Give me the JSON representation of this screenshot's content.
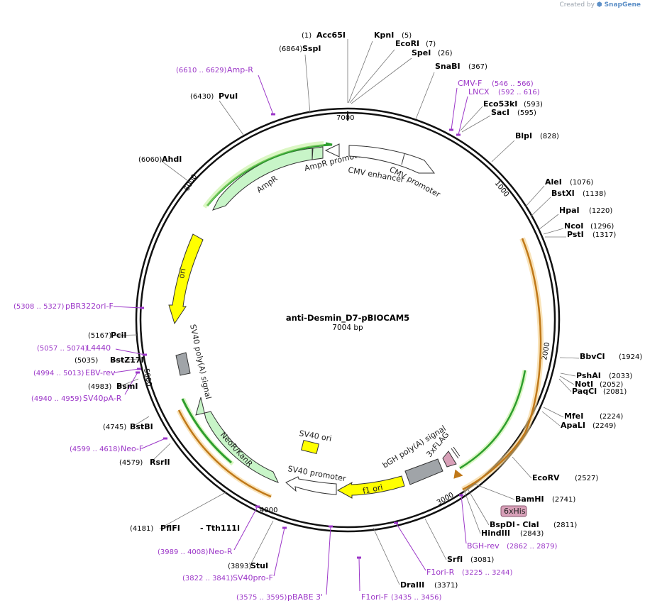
{
  "watermark": {
    "prefix": "Created by",
    "brand": "SnapGene"
  },
  "plasmid": {
    "name": "anti-Desmin_D7-pBIOCAM5",
    "length_label": "7004 bp",
    "length": 7004
  },
  "ticks": [
    "1000",
    "2000",
    "3000",
    "4000",
    "5000",
    "6000",
    "7000"
  ],
  "colors": {
    "primer": "#9c37c8",
    "ori": "#ffff00",
    "green_feature": "#c8f5c8",
    "grey_feature": "#a0a4a8",
    "orf_orange": "#f0a030",
    "orf_green": "#2e9e2e",
    "tag_pink": "#d8a0b8"
  },
  "enzymes": [
    {
      "name": "Acc65I",
      "pos": "(1)"
    },
    {
      "name": "KpnI",
      "pos": "(5)"
    },
    {
      "name": "EcoRI",
      "pos": "(7)"
    },
    {
      "name": "SpeI",
      "pos": "(26)"
    },
    {
      "name": "SnaBI",
      "pos": "(367)"
    },
    {
      "name": "Eco53kI",
      "pos": "(593)"
    },
    {
      "name": "SacI",
      "pos": "(595)"
    },
    {
      "name": "BlpI",
      "pos": "(828)"
    },
    {
      "name": "AleI",
      "pos": "(1076)"
    },
    {
      "name": "BstXI",
      "pos": "(1138)"
    },
    {
      "name": "HpaI",
      "pos": "(1220)"
    },
    {
      "name": "NcoI",
      "pos": "(1296)"
    },
    {
      "name": "PstI",
      "pos": "(1317)"
    },
    {
      "name": "BbvCI",
      "pos": "(1924)"
    },
    {
      "name": "PshAI",
      "pos": "(2033)"
    },
    {
      "name": "NotI",
      "pos": "(2052)"
    },
    {
      "name": "PaqCI",
      "pos": "(2081)"
    },
    {
      "name": "MfeI",
      "pos": "(2224)"
    },
    {
      "name": "ApaLI",
      "pos": "(2249)"
    },
    {
      "name": "EcoRV",
      "pos": "(2527)"
    },
    {
      "name": "BamHI",
      "pos": "(2741)"
    },
    {
      "name": "BspDI",
      "pos": ""
    },
    {
      "name": "- ClaI",
      "pos": "(2811)"
    },
    {
      "name": "HindIII",
      "pos": "(2843)"
    },
    {
      "name": "SrfI",
      "pos": "(3081)"
    },
    {
      "name": "DraIII",
      "pos": "(3371)"
    },
    {
      "name": "StuI",
      "pos": "(3893)"
    },
    {
      "name": "PflFI",
      "pos": "(4181)"
    },
    {
      "name": "- Tth111I",
      "pos": ""
    },
    {
      "name": "RsrII",
      "pos": "(4579)"
    },
    {
      "name": "BstBI",
      "pos": "(4745)"
    },
    {
      "name": "BsmI",
      "pos": "(4983)"
    },
    {
      "name": "BstZ17I",
      "pos": "(5035)"
    },
    {
      "name": "PciI",
      "pos": "(5167)"
    },
    {
      "name": "AhdI",
      "pos": "(6060)"
    },
    {
      "name": "PvuI",
      "pos": "(6430)"
    },
    {
      "name": "SspI",
      "pos": "(6864)"
    }
  ],
  "primers": [
    {
      "name": "Amp-R",
      "range": "(6610 .. 6629)"
    },
    {
      "name": "CMV-F",
      "range": "(546 .. 566)"
    },
    {
      "name": "LNCX",
      "range": "(592 .. 616)"
    },
    {
      "name": "pBR322ori-F",
      "range": "(5308 .. 5327)"
    },
    {
      "name": "L4440",
      "range": "(5057 .. 5074)"
    },
    {
      "name": "EBV-rev",
      "range": "(4994 .. 5013)"
    },
    {
      "name": "SV40pA-R",
      "range": "(4940 .. 4959)"
    },
    {
      "name": "Neo-F",
      "range": "(4599 .. 4618)"
    },
    {
      "name": "BGH-rev",
      "range": "(2862 .. 2879)"
    },
    {
      "name": "F1ori-R",
      "range": "(3225 .. 3244)"
    },
    {
      "name": "F1ori-F",
      "range": "(3435 .. 3456)"
    },
    {
      "name": "pBABE 3'",
      "range": "(3575 .. 3595)"
    },
    {
      "name": "SV40pro-F",
      "range": "(3822 .. 3841)"
    },
    {
      "name": "Neo-R",
      "range": "(3989 .. 4008)"
    }
  ],
  "features": [
    {
      "name": "AmpR promoter"
    },
    {
      "name": "AmpR"
    },
    {
      "name": "CMV enhancer"
    },
    {
      "name": "CMV promoter"
    },
    {
      "name": "ori"
    },
    {
      "name": "SV40 poly(A) signal"
    },
    {
      "name": "NeoR/KanR"
    },
    {
      "name": "SV40 ori"
    },
    {
      "name": "SV40 promoter"
    },
    {
      "name": "f1 ori"
    },
    {
      "name": "bGH poly(A) signal"
    },
    {
      "name": "3xFLAG"
    },
    {
      "name": "6xHis"
    }
  ]
}
